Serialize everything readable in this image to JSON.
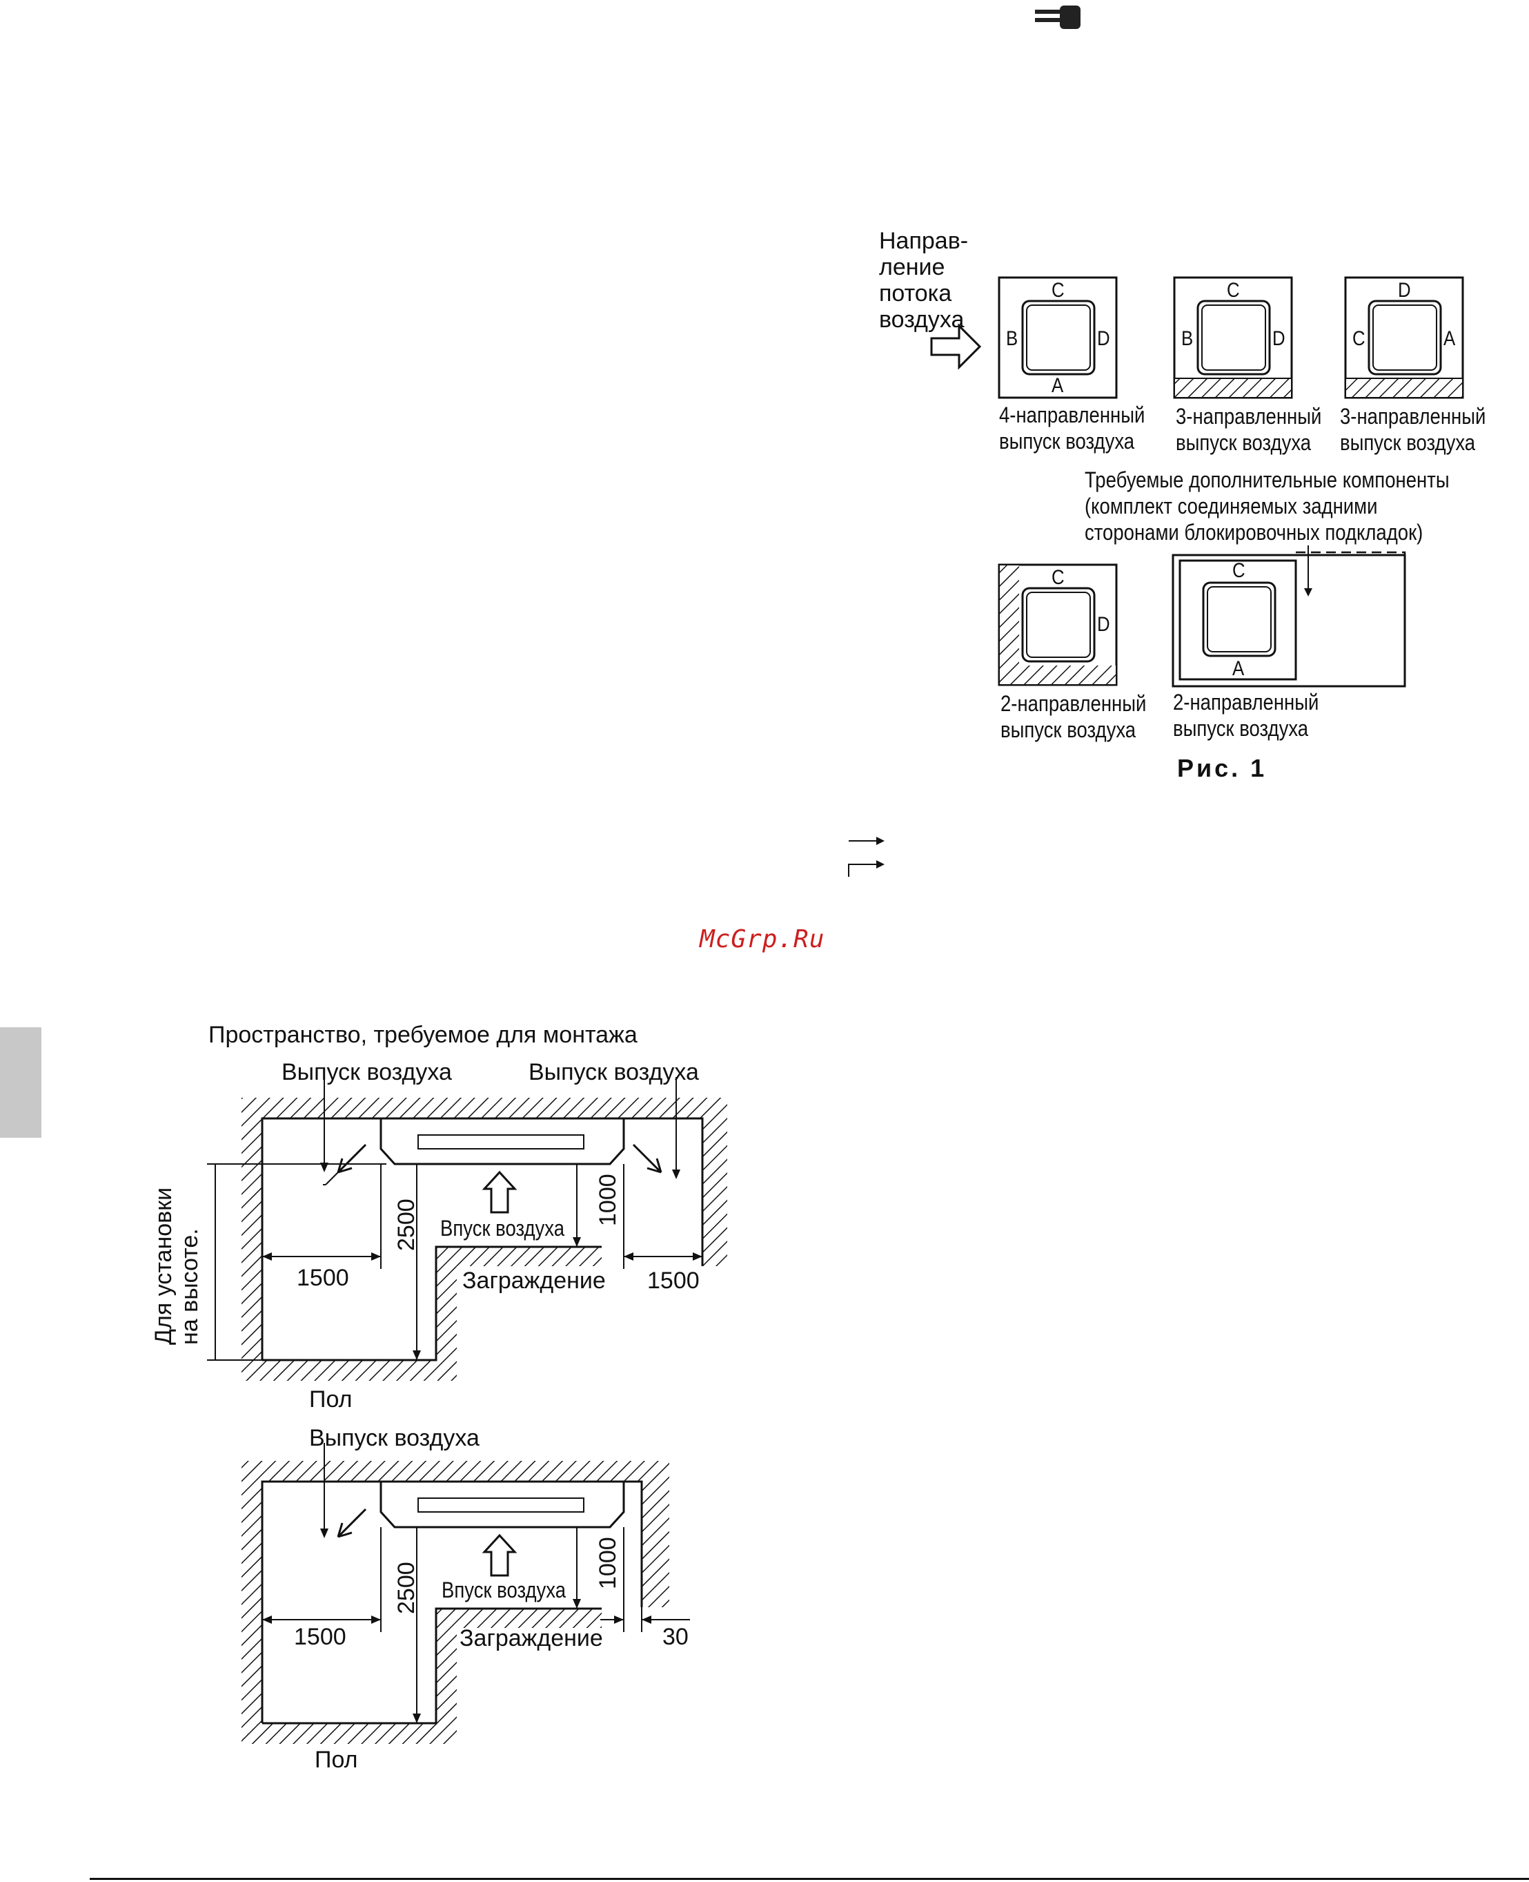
{
  "fig1": {
    "airflow_label": [
      "Направ-",
      "ление",
      "потока",
      "воздуха"
    ],
    "units": [
      {
        "caption": [
          "4-направленный",
          "выпуск воздуха"
        ],
        "letters": [
          "C",
          "B",
          "D",
          "A"
        ]
      },
      {
        "caption": [
          "3-направленный",
          "выпуск воздуха"
        ],
        "letters": [
          "C",
          "B",
          "D"
        ]
      },
      {
        "caption": [
          "3-направленный",
          "выпуск воздуха"
        ],
        "letters": [
          "D",
          "C",
          "A"
        ]
      },
      {
        "caption": [
          "2-направленный",
          "выпуск воздуха"
        ],
        "letters": [
          "C",
          "D"
        ]
      },
      {
        "caption": [
          "2-направленный",
          "выпуск воздуха"
        ],
        "letters": [
          "C",
          "A"
        ]
      }
    ],
    "options_note": [
      "Требуемые дополнительные компоненты",
      "(комплект соединяемых задними",
      "сторонами блокировочных подкладок)"
    ],
    "figure_label": "Рис. 1"
  },
  "watermark": "McGrp.Ru",
  "install": {
    "title": "Пространство, требуемое для монтажа",
    "top": {
      "outlet_left": "Выпуск воздуха",
      "outlet_right": "Выпуск воздуха",
      "height_label": [
        "Для установки",
        "на высоте."
      ],
      "dim_2500": "2500",
      "dim_1000": "1000",
      "intake": "Впуск воздуха",
      "dim_1500_left": "1500",
      "dim_1500_right": "1500",
      "obstacle": "Заграждение",
      "floor": "Пол"
    },
    "bottom": {
      "outlet": "Выпуск воздуха",
      "dim_2500": "2500",
      "dim_1000": "1000",
      "intake": "Впуск воздуха",
      "dim_1500": "1500",
      "obstacle": "Заграждение",
      "dim_30": "30",
      "floor": "Пол"
    }
  },
  "icons": {
    "top_icon": "pointing-hand-icon"
  }
}
